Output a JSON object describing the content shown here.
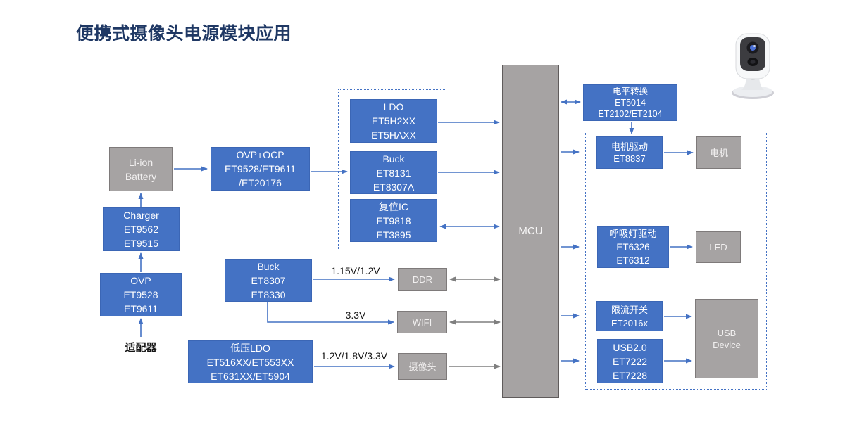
{
  "title": "便携式摄像头电源模块应用",
  "colors": {
    "title": "#1F3864",
    "block_blue": "#4472C4",
    "block_gray": "#A6A3A3",
    "arrow_blue": "#4472C4",
    "arrow_gray": "#7F7F7F",
    "frame_dotted_blue": "#4472C4"
  },
  "nodes": {
    "liion_battery": {
      "lines": [
        "Li-ion",
        "Battery"
      ]
    },
    "charger": {
      "lines": [
        "Charger",
        "ET9562",
        "ET9515"
      ]
    },
    "ovp": {
      "lines": [
        "OVP",
        "ET9528",
        "ET9611"
      ]
    },
    "ovp_ocp": {
      "lines": [
        "OVP+OCP",
        "ET9528/ET9611",
        "/ET20176"
      ]
    },
    "ldo": {
      "lines": [
        "LDO",
        "ET5H2XX",
        "ET5HAXX"
      ]
    },
    "buck1": {
      "lines": [
        "Buck",
        "ET8131",
        "ET8307A"
      ]
    },
    "reset_ic": {
      "lines": [
        "复位IC",
        "ET9818",
        "ET3895"
      ]
    },
    "mcu": {
      "lines": [
        "MCU"
      ]
    },
    "level_shift": {
      "lines": [
        "电平转换",
        "ET5014",
        "ET2102/ET2104"
      ]
    },
    "motor_driver": {
      "lines": [
        "电机驱动",
        "ET8837"
      ]
    },
    "motor": {
      "lines": [
        "电机"
      ]
    },
    "breath_driver": {
      "lines": [
        "呼吸灯驱动",
        "ET6326",
        "ET6312"
      ]
    },
    "led": {
      "lines": [
        "LED"
      ]
    },
    "current_limit": {
      "lines": [
        "限流开关",
        "ET2016x"
      ]
    },
    "usb2": {
      "lines": [
        "USB2.0",
        "ET7222",
        "ET7228"
      ]
    },
    "usb_device": {
      "lines": [
        "USB",
        "Device"
      ]
    },
    "buck2": {
      "lines": [
        "Buck",
        "ET8307",
        "ET8330"
      ]
    },
    "ddr": {
      "lines": [
        "DDR"
      ]
    },
    "wifi": {
      "lines": [
        "WIFI"
      ]
    },
    "low_v_ldo": {
      "lines": [
        "低压LDO",
        "ET516XX/ET553XX",
        "ET631XX/ET5904"
      ]
    },
    "camera_module": {
      "lines": [
        "摄像头"
      ]
    }
  },
  "labels": {
    "adapter": "适配器",
    "volt_ddr": "1.15V/1.2V",
    "volt_wifi": "3.3V",
    "volt_camera": "1.2V/1.8V/3.3V"
  },
  "decor": {
    "camera_image": "security-camera-photo"
  }
}
